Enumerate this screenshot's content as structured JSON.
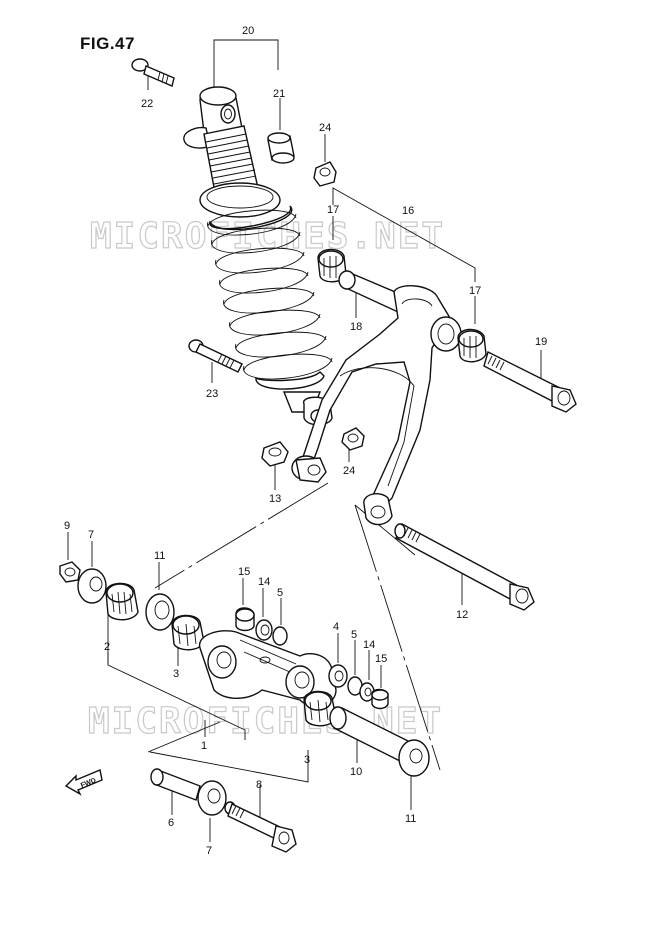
{
  "figure": {
    "title": "FIG.47"
  },
  "watermark": {
    "text": "MICROFICHES.NET"
  },
  "fwd_label": "FWD",
  "callouts": {
    "c1": "1",
    "c2": "2",
    "c3a": "3",
    "c3b": "3",
    "c4": "4",
    "c5a": "5",
    "c5b": "5",
    "c6": "6",
    "c7a": "7",
    "c7b": "7",
    "c8": "8",
    "c9": "9",
    "c10": "10",
    "c11a": "11",
    "c11b": "11",
    "c12": "12",
    "c13": "13",
    "c14a": "14",
    "c14b": "14",
    "c15a": "15",
    "c15b": "15",
    "c16": "16",
    "c17a": "17",
    "c17b": "17",
    "c18": "18",
    "c19": "19",
    "c20": "20",
    "c21": "21",
    "c22": "22",
    "c23": "23",
    "c24a": "24",
    "c24b": "24"
  }
}
